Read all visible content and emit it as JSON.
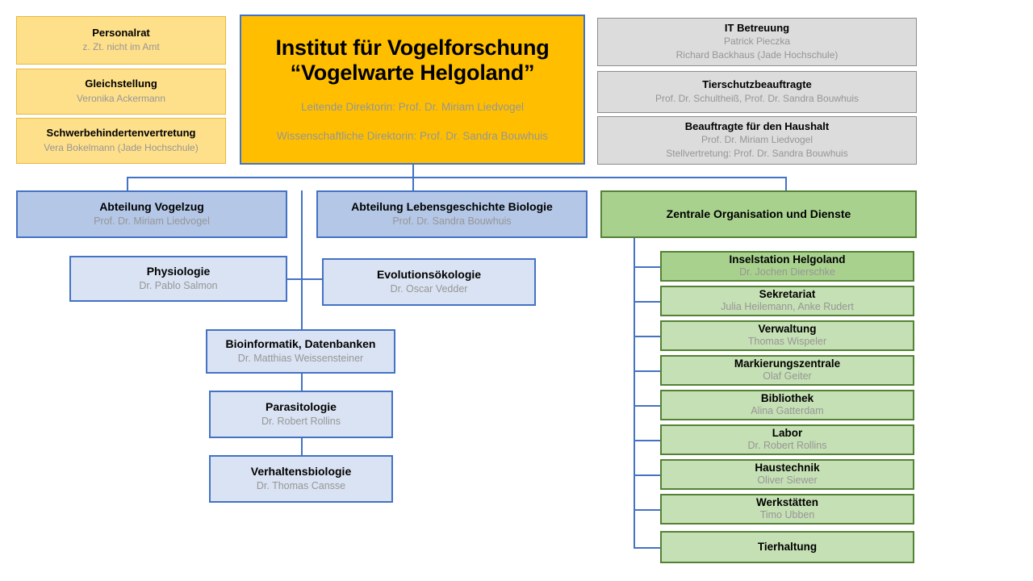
{
  "diagram": {
    "title": "Organigramm Institut für Vogelforschung",
    "colors": {
      "staff_fill": "#ffe08a",
      "staff_border": "#e8b83a",
      "institute_fill": "#ffbf00",
      "institute_border": "#4472c4",
      "officer_fill": "#dcdcdc",
      "officer_border": "#8c8c8c",
      "department_fill": "#b4c7e7",
      "department_border": "#4472c4",
      "group_fill": "#dae3f3",
      "services_head_fill": "#a9d18e",
      "services_border": "#548235",
      "services_row_fill": "#c5e0b4",
      "connector": "#4472c4",
      "subtitle_text": "#969696",
      "title_text": "#000000"
    }
  },
  "institute": {
    "name_line1": "Institut für Vogelforschung",
    "name_line2": "“Vogelwarte Helgoland”",
    "leadership_line1": "Leitende Direktorin: Prof. Dr. Miriam Liedvogel",
    "leadership_line2": "Wissenschaftliche Direktorin: Prof. Dr. Sandra Bouwhuis"
  },
  "staff_representation": [
    {
      "title": "Personalrat",
      "sub": "z. Zt. nicht im Amt"
    },
    {
      "title": "Gleichstellung",
      "sub": "Veronika Ackermann"
    },
    {
      "title": "Schwerbehindertenvertretung",
      "sub": "Vera Bokelmann (Jade Hochschule)"
    }
  ],
  "officers": [
    {
      "title": "IT Betreuung",
      "sub1": "Patrick Pieczka",
      "sub2": "Richard Backhaus (Jade Hochschule)"
    },
    {
      "title": "Tierschutzbeauftragte",
      "sub1": "Prof. Dr. Schultheiß, Prof. Dr. Sandra Bouwhuis",
      "sub2": ""
    },
    {
      "title": "Beauftragte für den Haushalt",
      "sub1": "Prof. Dr. Miriam Liedvogel",
      "sub2": "Stellvertretung: Prof. Dr. Sandra Bouwhuis"
    }
  ],
  "departments": [
    {
      "title": "Abteilung Vogelzug",
      "sub": "Prof. Dr. Miriam Liedvogel"
    },
    {
      "title": "Abteilung Lebensgeschichte Biologie",
      "sub": "Prof. Dr. Sandra Bouwhuis"
    }
  ],
  "research_groups": [
    {
      "title": "Physiologie",
      "sub": "Dr. Pablo Salmon"
    },
    {
      "title": "Evolutionsökologie",
      "sub": "Dr. Oscar Vedder"
    },
    {
      "title": "Bioinformatik, Datenbanken",
      "sub": "Dr. Matthias Weissensteiner"
    },
    {
      "title": "Parasitologie",
      "sub": "Dr. Robert Rollins"
    },
    {
      "title": "Verhaltensbiologie",
      "sub": "Dr. Thomas Cansse"
    }
  ],
  "central_services": {
    "head": {
      "title": "Zentrale Organisation und Dienste"
    },
    "units": [
      {
        "title": "Inselstation Helgoland",
        "sub": "Dr. Jochen Dierschke"
      },
      {
        "title": "Sekretariat",
        "sub": "Julia Heilemann, Anke Rudert"
      },
      {
        "title": "Verwaltung",
        "sub": "Thomas Wispeler"
      },
      {
        "title": "Markierungszentrale",
        "sub": "Olaf Geiter"
      },
      {
        "title": "Bibliothek",
        "sub": "Alina Gatterdam"
      },
      {
        "title": "Labor",
        "sub": "Dr. Robert Rollins"
      },
      {
        "title": "Haustechnik",
        "sub": "Oliver Siewer"
      },
      {
        "title": "Werkstätten",
        "sub": "Timo Ubben"
      },
      {
        "title": "Tierhaltung",
        "sub": ""
      }
    ]
  }
}
